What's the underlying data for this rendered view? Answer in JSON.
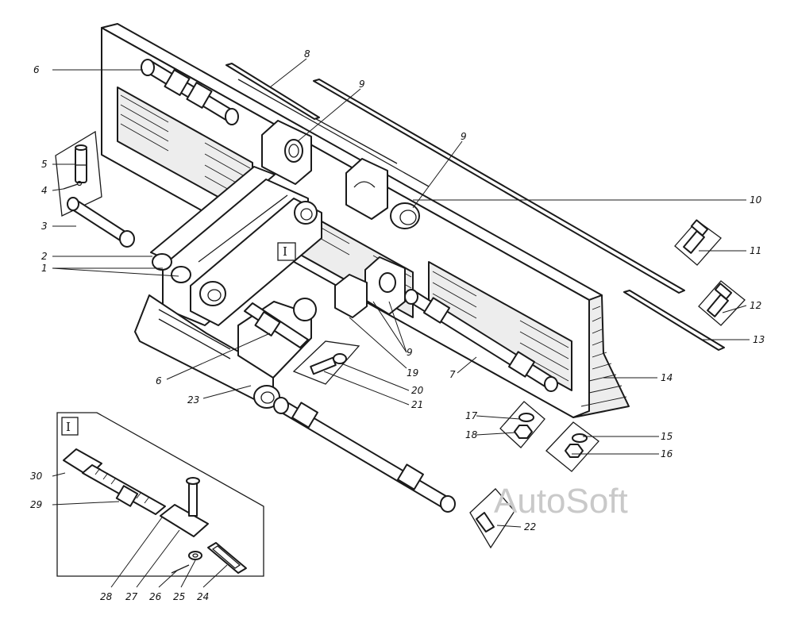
{
  "callouts": {
    "c1": "1",
    "c2": "2",
    "c3": "3",
    "c4": "4",
    "c5": "5",
    "c6a": "6",
    "c6b": "6",
    "c7": "7",
    "c8": "8",
    "c9a": "9",
    "c9b": "9",
    "c9c": "9",
    "c10": "10",
    "c11": "11",
    "c12": "12",
    "c13": "13",
    "c14": "14",
    "c15": "15",
    "c16": "16",
    "c17": "17",
    "c18": "18",
    "c19": "19",
    "c20": "20",
    "c21": "21",
    "c22": "22",
    "c23": "23",
    "c24": "24",
    "c25": "25",
    "c26": "26",
    "c27": "27",
    "c28": "28",
    "c29": "29",
    "c30": "30"
  },
  "detail_marker": "I",
  "detail_inset_label": "I",
  "watermark": "AutoSoft"
}
